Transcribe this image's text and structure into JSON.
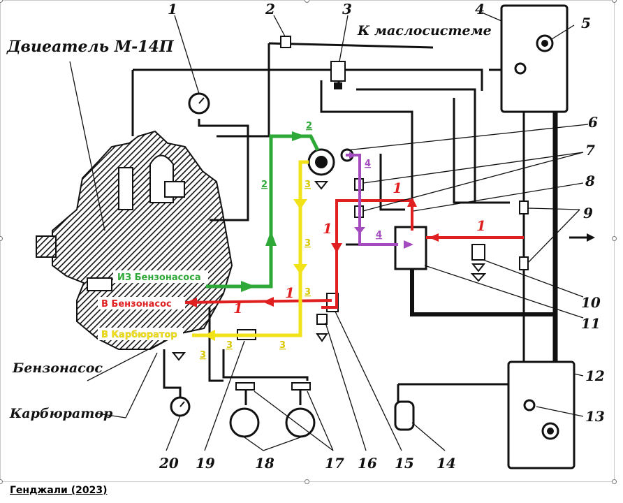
{
  "labels": {
    "engine": "Двиеатель М-14П",
    "oil_system": "К маслосистеме",
    "fuel_pump": "Бензонасос",
    "carburetor": "Карбюратор"
  },
  "annotations": {
    "from_pump": "ИЗ Бензонасоса",
    "to_pump": "В Бензонасос",
    "to_carb": "В Карбюратор"
  },
  "part_numbers": [
    "1",
    "2",
    "3",
    "4",
    "5",
    "6",
    "7",
    "8",
    "9",
    "10",
    "11",
    "12",
    "13",
    "14",
    "15",
    "16",
    "17",
    "18",
    "19",
    "20"
  ],
  "line_markers": {
    "green": "2",
    "yellow": "3",
    "purple": "4",
    "red": "1"
  },
  "colors": {
    "green": "#2ea836",
    "red": "#e02020",
    "yellow": "#f2e21a",
    "purple": "#a34bbf",
    "ink": "#111111"
  },
  "caption": "Генджали (2023)"
}
